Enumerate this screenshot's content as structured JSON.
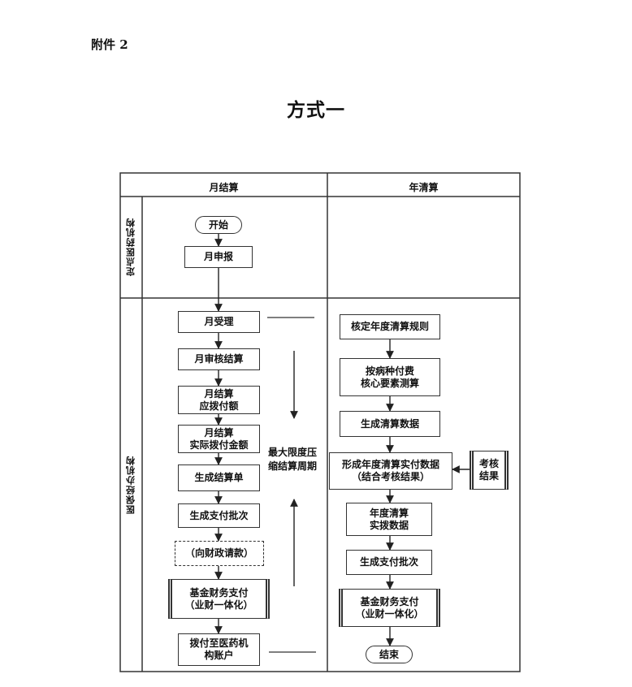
{
  "header": {
    "attachment": "附件 2",
    "title": "方式一"
  },
  "columns": {
    "monthly": "月结算",
    "annual": "年清算"
  },
  "lanes": {
    "medical_institution": "定点医药机构",
    "insurance_agency": "医保经办机构"
  },
  "monthly_steps": {
    "start": "开始",
    "declare": "月申报",
    "accept": "月受理",
    "review": "月审核结算",
    "payable": [
      "月结算",
      "应拨付额"
    ],
    "actual": [
      "月结算",
      "实际拨付金额"
    ],
    "statement": "生成结算单",
    "batch": "生成支付批次",
    "finance_request": "（向财政请款）",
    "fund_payment": [
      "基金财务支付",
      "（业财一体化）"
    ],
    "disburse": [
      "拨付至医药机",
      "构账户"
    ]
  },
  "side_note": [
    "最大限度压",
    "缩结算周期"
  ],
  "annual_steps": {
    "rules": "核定年度清算规则",
    "drg_calc": [
      "按病种付费",
      "核心要素测算"
    ],
    "data": "生成清算数据",
    "actual_data": [
      "形成年度清算实付数据",
      "（结合考核结果）"
    ],
    "assessment": [
      "考核",
      "结果"
    ],
    "annual_disburse": [
      "年度清算",
      "实拨数据"
    ],
    "batch": "生成支付批次",
    "fund_payment": [
      "基金财务支付",
      "（业财一体化）"
    ],
    "end": "结束"
  }
}
